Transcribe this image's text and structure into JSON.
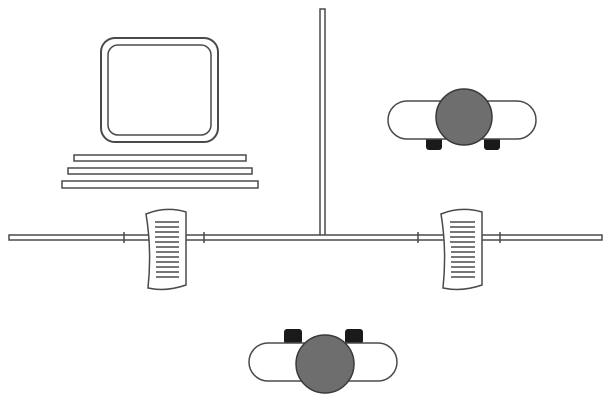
{
  "diagram": {
    "elements": [
      {
        "name": "computer-monitor-icon",
        "kind": "computer-monitor"
      },
      {
        "name": "keyboard-icon",
        "kind": "keyboard"
      },
      {
        "name": "wall-partition",
        "kind": "wall"
      },
      {
        "name": "person-top-view-icon",
        "kind": "person",
        "facing": "down"
      },
      {
        "name": "person-top-view-icon",
        "kind": "person",
        "facing": "up"
      },
      {
        "name": "document-icon",
        "kind": "document"
      },
      {
        "name": "document-icon",
        "kind": "document"
      },
      {
        "name": "paper-slot-icon",
        "kind": "slot"
      }
    ],
    "colors": {
      "stroke": "#4a4a4a",
      "person_head": "#6e6e6e",
      "person_head_stroke": "#3a3a3a",
      "feet": "#1a1a1a",
      "background": "#ffffff"
    }
  }
}
